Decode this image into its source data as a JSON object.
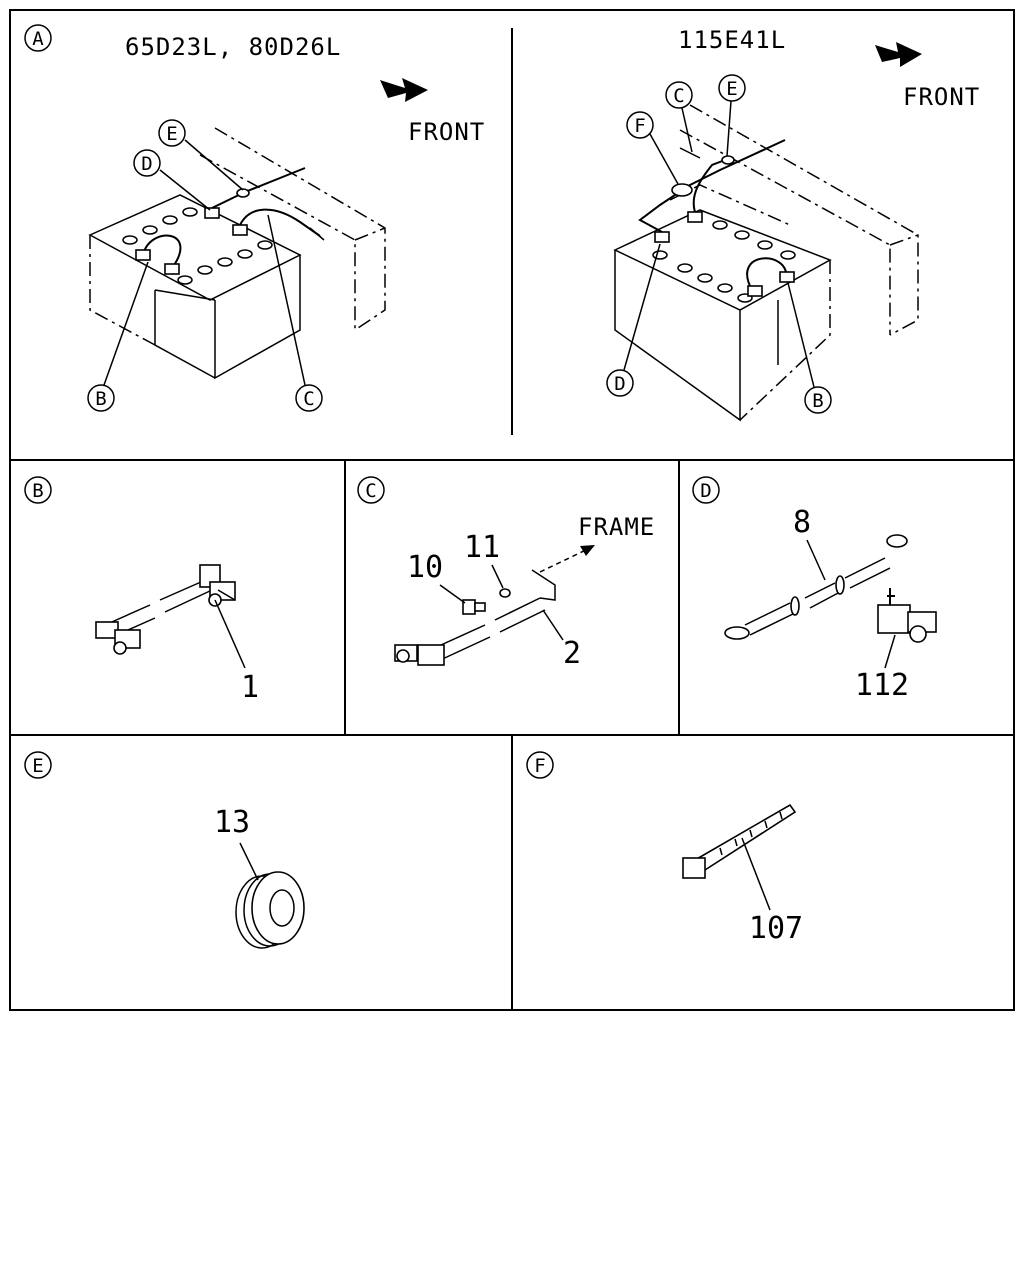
{
  "panels": {
    "a": {
      "tag": "A",
      "left_title": "65D23L, 80D26L",
      "right_title": "115E41L",
      "front_left": "FRONT",
      "front_right": "FRONT",
      "callouts_left": [
        "E",
        "D",
        "B",
        "C"
      ],
      "callouts_right": [
        "C",
        "E",
        "F",
        "D",
        "B"
      ]
    },
    "b": {
      "tag": "B",
      "parts": [
        "1"
      ]
    },
    "c": {
      "tag": "C",
      "frame_label": "FRAME",
      "parts": [
        "10",
        "11",
        "2"
      ]
    },
    "d": {
      "tag": "D",
      "parts": [
        "8",
        "112"
      ]
    },
    "e": {
      "tag": "E",
      "parts": [
        "13"
      ]
    },
    "f": {
      "tag": "F",
      "parts": [
        "107"
      ]
    }
  }
}
